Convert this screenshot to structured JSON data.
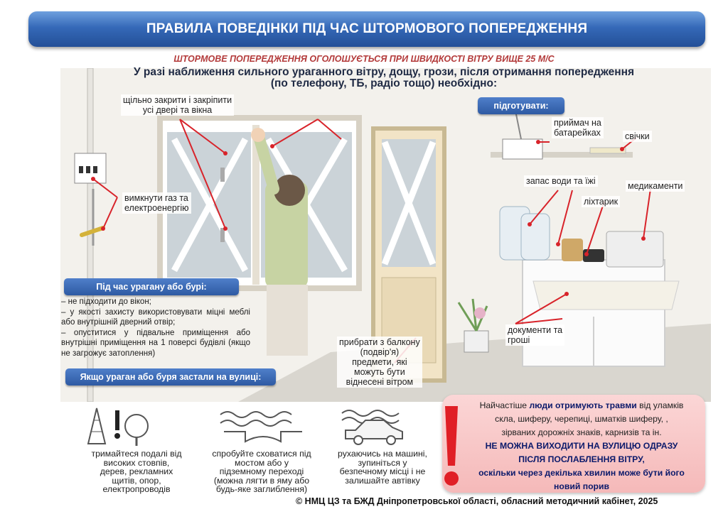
{
  "title": "ПРАВИЛА ПОВЕДІНКИ ПІД ЧАС ШТОРМОВОГО ПОПЕРЕДЖЕННЯ",
  "subtitle": "ШТОРМОВЕ ПОПЕРЕДЖЕННЯ ОГОЛОШУЄТЬСЯ ПРИ ШВИДКОСТІ ВІТРУ ВИЩЕ 25 М/С",
  "lead": {
    "line1": "У разі наближення сильного ураганного вітру, дощу, грози, після отримання попередження",
    "line2": "(по телефону, ТБ, радіо тощо) необхідно:"
  },
  "scene_labels": {
    "close_doors_1": "щільно  закрити і закріпити",
    "close_doors_2": "усі двері та вікна",
    "gas_1": "вимкнути газ та",
    "gas_2": "електроенергію",
    "balcony_1": "прибрати з балкону",
    "balcony_2": "(подвір'я)",
    "balcony_3": "предмети, які",
    "balcony_4": "можуть бути",
    "balcony_5": "віднесені вітром",
    "documents_1": "документи та",
    "documents_2": "гроші"
  },
  "prepare": {
    "header": "підготувати:",
    "radio_1": "приймач на",
    "radio_2": "батарейках",
    "candles": "свічки",
    "water": "запас води та їжі",
    "medicine": "медикаменти",
    "flashlight": "ліхтарик"
  },
  "during": {
    "header": "Під час урагану або бурі:",
    "items": [
      "– не підходити до вікон;",
      "– у якості захисту використовувати міцні меблі або внутрішній дверний отвір;",
      "– опуститися у підвальне приміщення або внутрішні приміщення на 1 поверсі будівлі (якщо не загрожує затоплення)"
    ]
  },
  "street": {
    "header": "Якщо ураган або буря застали на вулиці:",
    "tip1": [
      "тримайтеся подалі від",
      "високих стовпів,",
      "дерев, рекламних",
      "щитів, опор,",
      "електропроводів"
    ],
    "tip2": [
      "спробуйте сховатися під",
      "мостом або у",
      "підземному переході",
      "(можна лягти в яму або",
      "будь-яке заглиблення)"
    ],
    "tip3": [
      "рухаючись на машині,",
      "зупиніться у",
      "безпечному місці і не",
      "залишайте автівку"
    ]
  },
  "warning": {
    "l1a": "Найчастіше ",
    "l1b": "люди отримують травми",
    "l1c": " від уламків",
    "l2": "скла, шиферу, черепиці, шматків шиферу, ,",
    "l3": "зірваних дорожніх знаків, карнизів та ін.",
    "l4": "НЕ МОЖНА ВИХОДИТИ НА ВУЛИЦЮ ОДРАЗУ",
    "l5": "ПІСЛЯ ПОСЛАБЛЕННЯ ВІТРУ,",
    "l6": "оскільки через декілька хвилин може бути його",
    "l7": "новий порив"
  },
  "footer": "© НМЦ ЦЗ та БЖД Дніпропетровської області, обласний методичний кабінет, 2025",
  "colors": {
    "banner": "#3569b8",
    "subtitle": "#b33a3a",
    "warning_bg": "#f5b9b9",
    "exclamation": "#e01f26",
    "pointer": "#d8232a"
  }
}
